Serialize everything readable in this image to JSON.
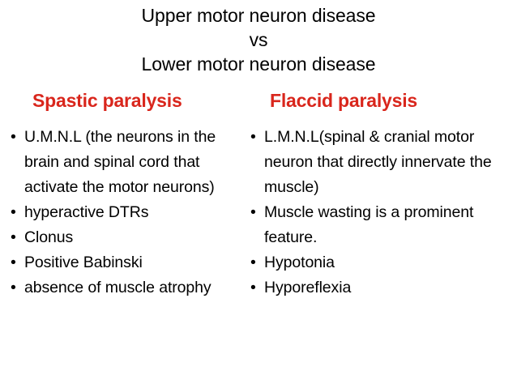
{
  "slide": {
    "background_color": "#ffffff",
    "text_color": "#000000",
    "accent_color": "#D9261C"
  },
  "title": {
    "line1": "Upper motor neuron disease",
    "line2": "vs",
    "line3": "Lower motor neuron disease"
  },
  "columns": {
    "left": {
      "heading": "Spastic paralysis",
      "bullets": [
        "U.M.N.L (the neurons in the brain and spinal cord that activate the motor neurons)",
        "hyperactive DTRs",
        "Clonus",
        "Positive Babinski",
        "absence of muscle atrophy"
      ]
    },
    "right": {
      "heading": "Flaccid paralysis",
      "bullets": [
        "L.M.N.L(spinal & cranial motor neuron that directly innervate the muscle)",
        "Muscle wasting is a prominent feature.",
        "Hypotonia",
        "Hyporeflexia"
      ]
    }
  },
  "bullet_marker": "•"
}
